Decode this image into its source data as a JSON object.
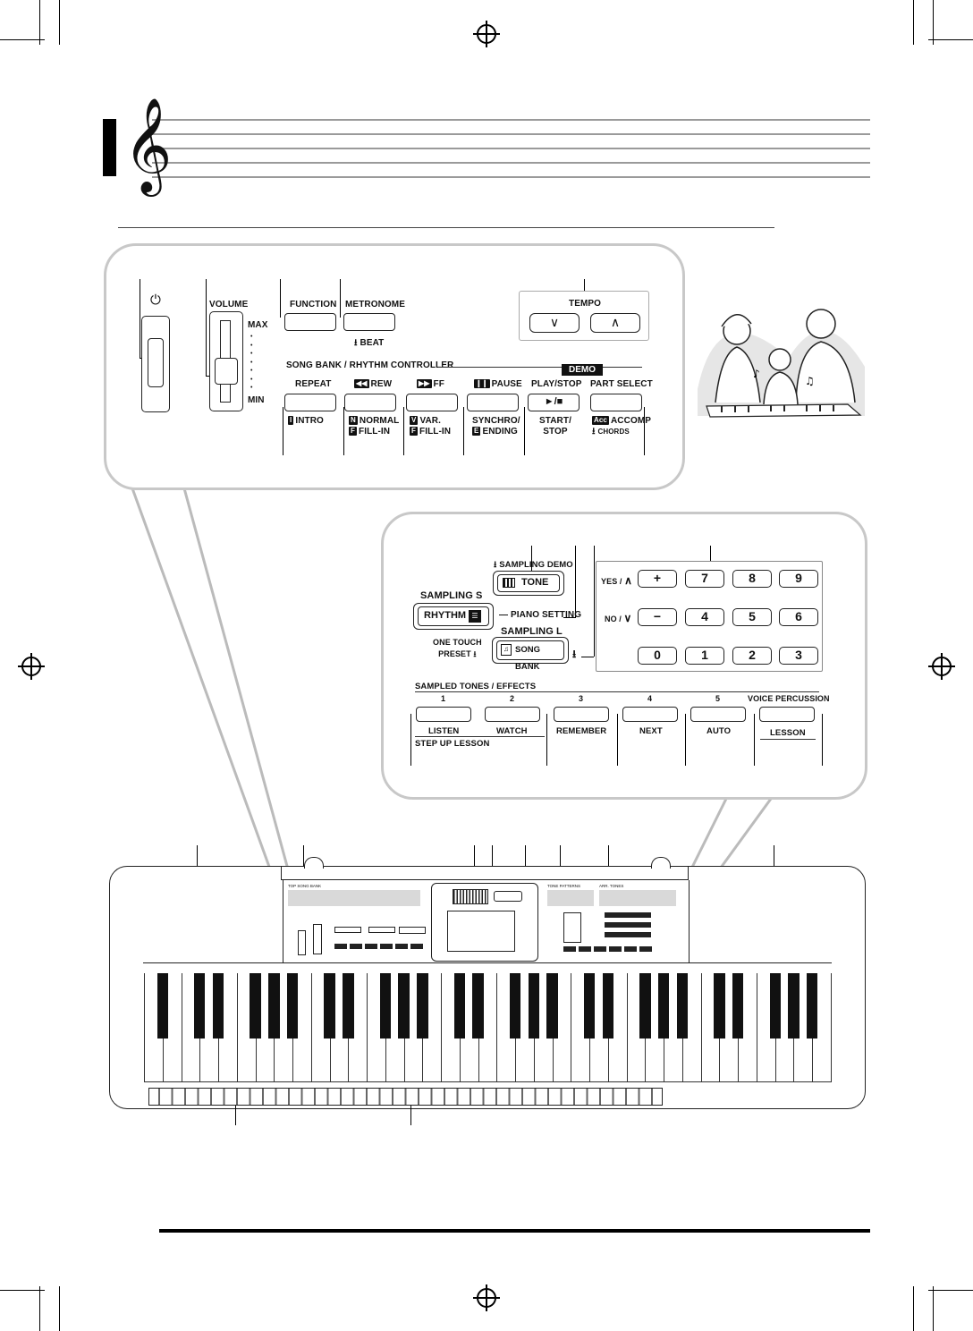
{
  "header": {
    "clef_icon": "treble-clef-icon"
  },
  "top_panel": {
    "power_icon": "power-icon",
    "volume": "VOLUME",
    "max": "MAX",
    "min": "MIN",
    "function": "FUNCTION",
    "metronome": "METRONOME",
    "beat": "BEAT",
    "tempo": "TEMPO",
    "song_bank_controller": "SONG BANK / RHYTHM CONTROLLER",
    "demo": "DEMO",
    "buttons": [
      {
        "top": "REPEAT",
        "bottom_badge": "I",
        "bottom": "INTRO",
        "bottom2_badge": "",
        "bottom2": ""
      },
      {
        "top": "REW",
        "bottom_badge": "N",
        "bottom": "NORMAL",
        "bottom2_badge": "F",
        "bottom2": "FILL-IN"
      },
      {
        "top": "FF",
        "bottom_badge": "V",
        "bottom": "VAR.",
        "bottom2_badge": "F",
        "bottom2": "FILL-IN"
      },
      {
        "top": "PAUSE",
        "bottom_badge": "",
        "bottom": "SYNCHRO/",
        "bottom2_badge": "E",
        "bottom2": "ENDING"
      },
      {
        "top": "PLAY/STOP",
        "bottom_badge": "",
        "bottom": "START/",
        "bottom2_badge": "",
        "bottom2": "STOP"
      },
      {
        "top": "PART SELECT",
        "bottom_badge": "Acc",
        "bottom": "ACCOMP",
        "bottom2_badge": "",
        "bottom2": "CHORDS"
      }
    ],
    "play_stop_symbol": "►/■"
  },
  "bottom_panel": {
    "sampling_demo": "SAMPLING DEMO",
    "tone": "TONE",
    "sampling_s": "SAMPLING S",
    "rhythm": "RHYTHM",
    "piano_setting": "PIANO SETTING",
    "sampling_l": "SAMPLING L",
    "song_bank": "SONG BANK",
    "one_touch": "ONE TOUCH",
    "preset": "PRESET",
    "yes": "YES /",
    "no": "NO /",
    "keypad_rows": [
      [
        "+",
        "7",
        "8",
        "9"
      ],
      [
        "−",
        "4",
        "5",
        "6"
      ],
      [
        "0",
        "1",
        "2",
        "3"
      ]
    ],
    "sampled_tones": "SAMPLED TONES / EFFECTS",
    "tone_numbers": [
      "1",
      "2",
      "3",
      "4",
      "5",
      "VOICE PERCUSSION"
    ],
    "tone_labels": [
      "LISTEN",
      "WATCH",
      "REMEMBER",
      "NEXT",
      "AUTO",
      "LESSON"
    ],
    "step_up": "STEP UP LESSON"
  },
  "keyboard": {
    "white_key_count": 37,
    "panel_label_1": "TOP SONG BANK",
    "panel_label_2": "TONE PATTERNS",
    "panel_label_3": "ARR. TONES"
  }
}
